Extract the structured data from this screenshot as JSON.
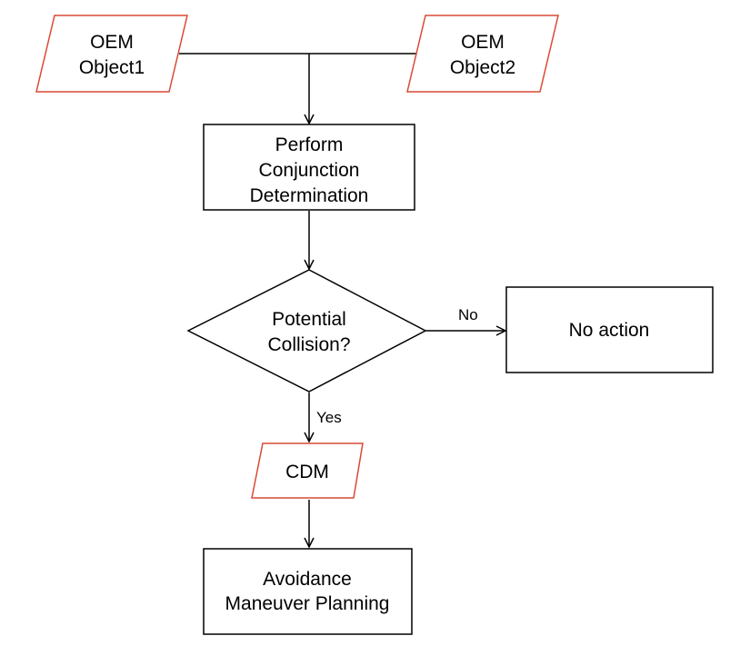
{
  "colors": {
    "io_border": "#d94a35",
    "box_border": "#000000",
    "line": "#000000",
    "text": "#000000",
    "background": "#ffffff"
  },
  "nodes": {
    "oem1": {
      "shape": "parallelogram",
      "lines": [
        "OEM",
        "Object1"
      ]
    },
    "oem2": {
      "shape": "parallelogram",
      "lines": [
        "OEM",
        "Object2"
      ]
    },
    "perform": {
      "shape": "rectangle",
      "lines": [
        "Perform",
        "Conjunction",
        "Determination"
      ]
    },
    "decision": {
      "shape": "diamond",
      "lines": [
        "Potential",
        "Collision?"
      ]
    },
    "no_action": {
      "shape": "rectangle",
      "lines": [
        "No action"
      ]
    },
    "cdm": {
      "shape": "parallelogram",
      "lines": [
        "CDM"
      ]
    },
    "avoidance": {
      "shape": "rectangle",
      "lines": [
        "Avoidance",
        "Maneuver Planning"
      ]
    }
  },
  "edges": {
    "no": {
      "from": "decision",
      "to": "no_action",
      "label": "No"
    },
    "yes": {
      "from": "decision",
      "to": "cdm",
      "label": "Yes"
    }
  }
}
